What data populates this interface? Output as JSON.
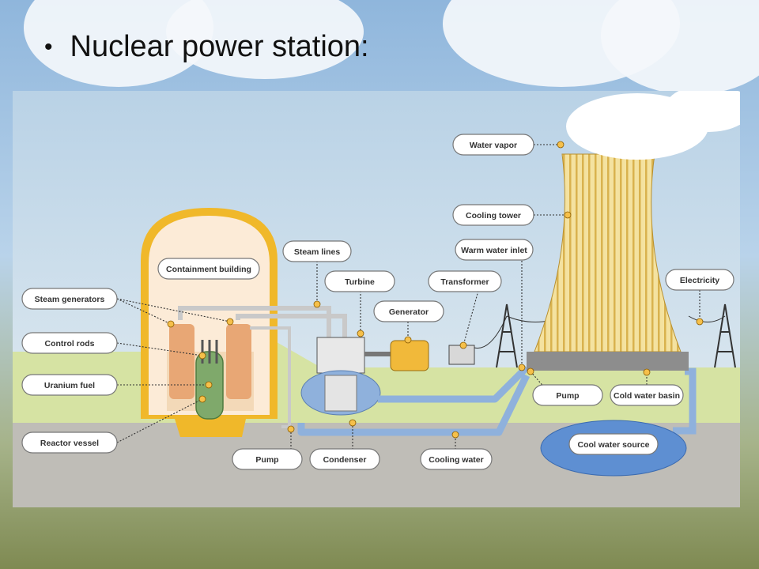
{
  "slide": {
    "bullet": "•",
    "title": "Nuclear power station:"
  },
  "diagram": {
    "labels": {
      "water_vapor": "Water vapor",
      "cooling_tower": "Cooling tower",
      "warm_water_inlet": "Warm water inlet",
      "steam_lines": "Steam lines",
      "containment_building": "Containment building",
      "turbine": "Turbine",
      "transformer": "Transformer",
      "electricity": "Electricity",
      "generator": "Generator",
      "steam_generators": "Steam generators",
      "control_rods": "Control rods",
      "uranium_fuel": "Uranium fuel",
      "reactor_vessel": "Reactor vessel",
      "pump_left": "Pump",
      "condenser": "Condenser",
      "cooling_water": "Cooling water",
      "pump_right": "Pump",
      "cold_water_basin": "Cold water basin",
      "cool_water_source": "Cool water source"
    },
    "colors": {
      "sky": "#cfe0ec",
      "grass": "#d6e3a3",
      "ground": "#bfbdb7",
      "containment": "#f0b82a",
      "water": "#8fb1dc",
      "tower": "#f2dc8e"
    }
  }
}
